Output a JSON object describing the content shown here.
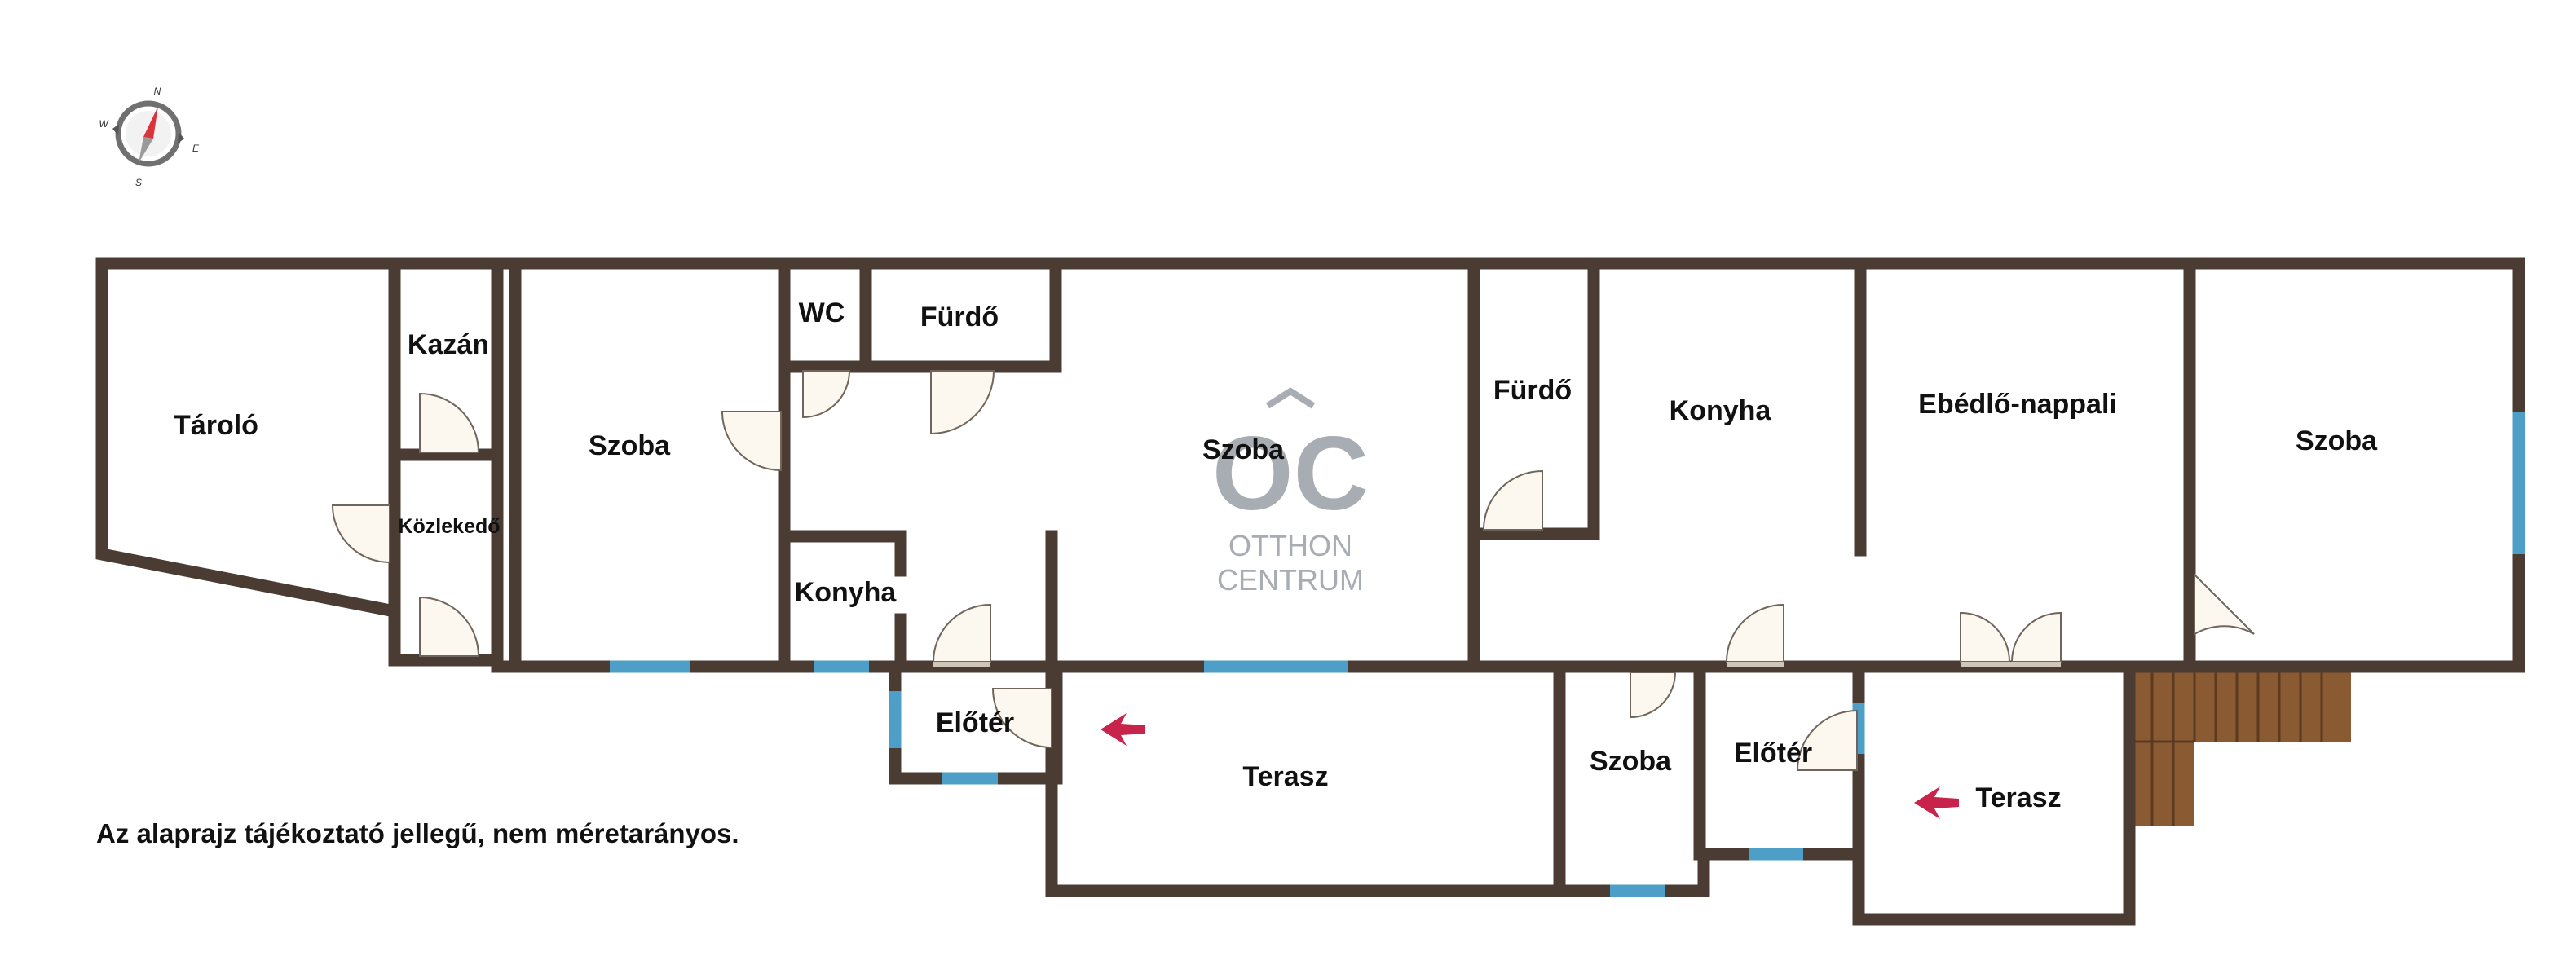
{
  "rooms": {
    "tarolo": "Tároló",
    "kazan": "Kazán",
    "kozlekedo": "Közlekedő",
    "szoba_1": "Szoba",
    "wc": "WC",
    "furdo_1": "Fürdő",
    "szoba_2": "Szoba",
    "konyha_1": "Konyha",
    "eloter_1": "Előtér",
    "terasz_1": "Terasz",
    "furdo_2": "Fürdő",
    "konyha_2": "Konyha",
    "ebedlo_nappali": "Ebédlő-nappali",
    "szoba_3": "Szoba",
    "szoba_4": "Szoba",
    "eloter_2": "Előtér",
    "terasz_2": "Terasz"
  },
  "compass": {
    "n": "N",
    "e": "E",
    "s": "S",
    "w": "W"
  },
  "watermark": {
    "monogram": "OC",
    "line1": "OTTHON",
    "line2": "CENTRUM"
  },
  "note": "Az alaprajz tájékoztató jellegű, nem méretarányos.",
  "colors": {
    "wall": "#4a3b33",
    "window": "#4d9fc8",
    "door_fill": "#fdf8ef",
    "arrow": "#c8234a",
    "stairs": "#8a5a33",
    "watermark": "#a8adb3"
  }
}
